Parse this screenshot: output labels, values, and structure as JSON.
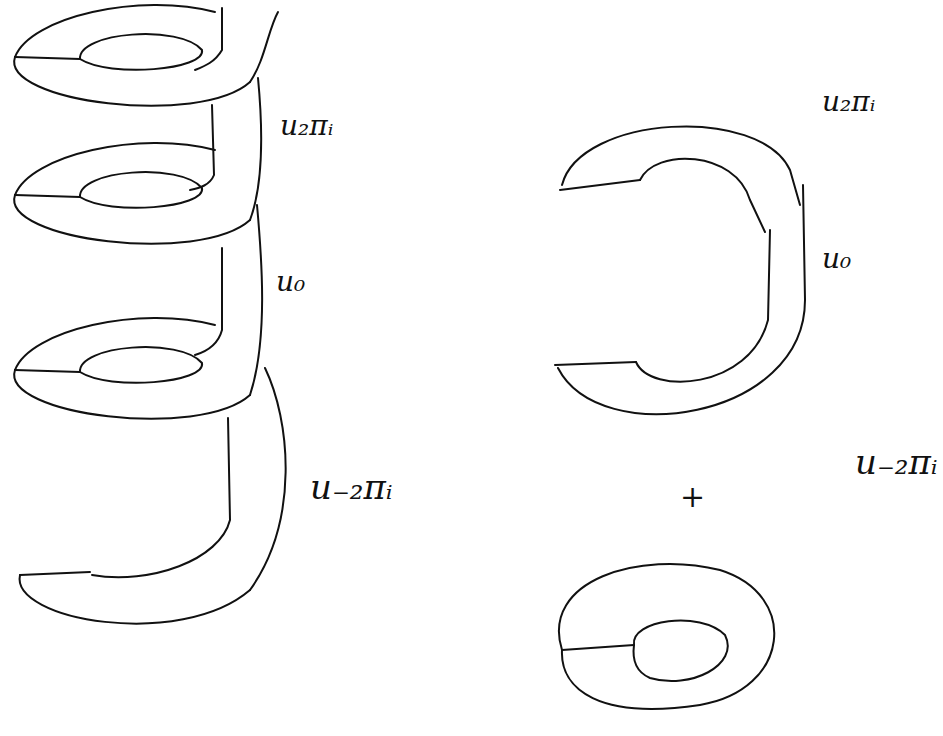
{
  "diagram": {
    "labels": [
      "u₂πᵢ",
      "u₀",
      "u₋₂πᵢ",
      "u₂πᵢ",
      "u₀",
      "+",
      "u₋₂πᵢ"
    ]
  }
}
